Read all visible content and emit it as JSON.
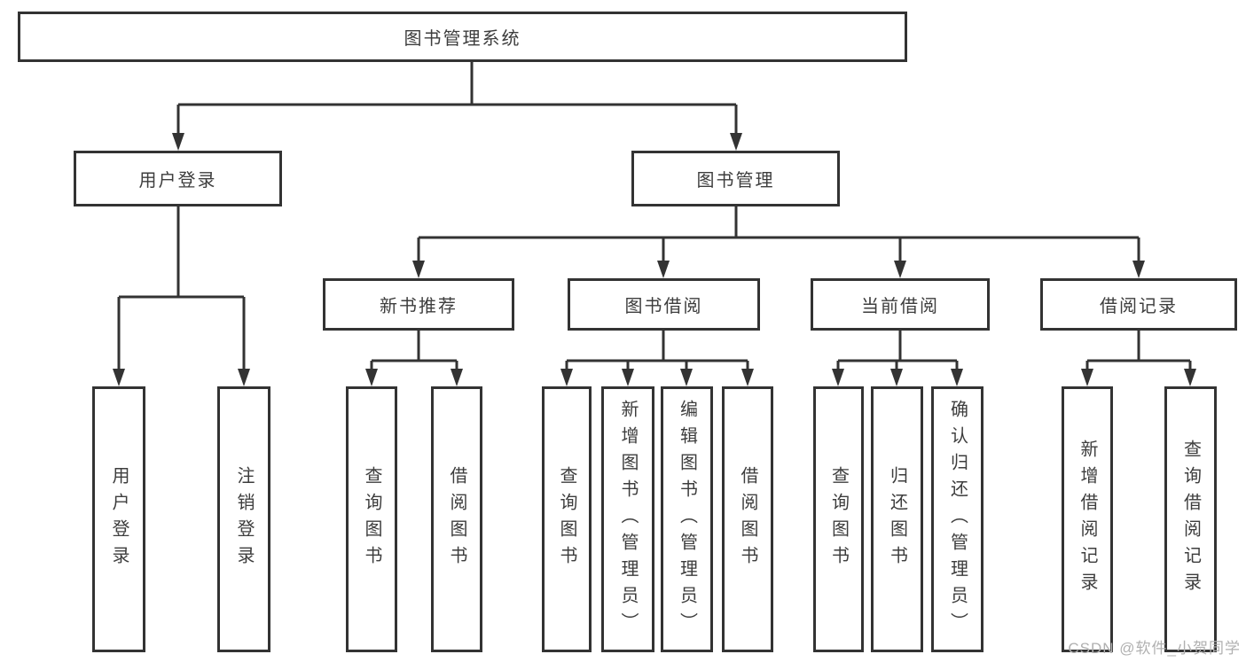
{
  "diagram": {
    "type": "hierarchy-tree"
  },
  "tree": {
    "root": {
      "label": "图书管理系统",
      "children": [
        {
          "label": "用户登录",
          "children": [
            {
              "label": "用户登录"
            },
            {
              "label": "注销登录"
            }
          ]
        },
        {
          "label": "图书管理",
          "children": [
            {
              "label": "新书推荐",
              "children": [
                {
                  "label": "查询图书"
                },
                {
                  "label": "借阅图书"
                }
              ]
            },
            {
              "label": "图书借阅",
              "children": [
                {
                  "label": "查询图书"
                },
                {
                  "label": "新增图书（管理员）"
                },
                {
                  "label": "编辑图书（管理员）"
                },
                {
                  "label": "借阅图书"
                }
              ]
            },
            {
              "label": "当前借阅",
              "children": [
                {
                  "label": "查询图书"
                },
                {
                  "label": "归还图书"
                },
                {
                  "label": "确认归还（管理员）"
                }
              ]
            },
            {
              "label": "借阅记录",
              "children": [
                {
                  "label": "新增借阅记录"
                },
                {
                  "label": "查询借阅记录"
                }
              ]
            }
          ]
        }
      ]
    }
  },
  "watermark": "CSDN @软件_小贺同学",
  "colors": {
    "line": "#333333",
    "box_border": "#333333",
    "text": "#3d3d3d",
    "watermark": "#b0b0b0",
    "background": "#ffffff"
  }
}
